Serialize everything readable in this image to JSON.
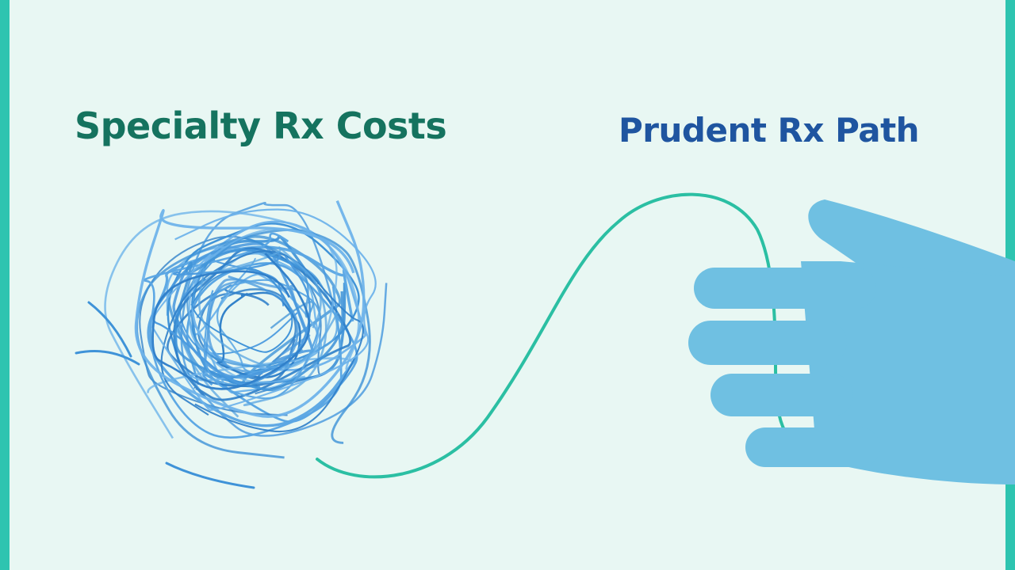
{
  "labels": {
    "left": "Specialty Rx Costs",
    "right": "Prudent Rx Path"
  },
  "colors": {
    "background": "#e8f7f3",
    "frame": "#2ec4b0",
    "left_label": "#15735f",
    "right_label": "#1f55a0",
    "tangle": "#3f93d8",
    "thread": "#2bbfa3",
    "hand": "#6fc0e2"
  },
  "icons": {
    "tangle": "tangled-ball-icon",
    "thread": "thread-line",
    "hand": "open-hand-icon"
  }
}
